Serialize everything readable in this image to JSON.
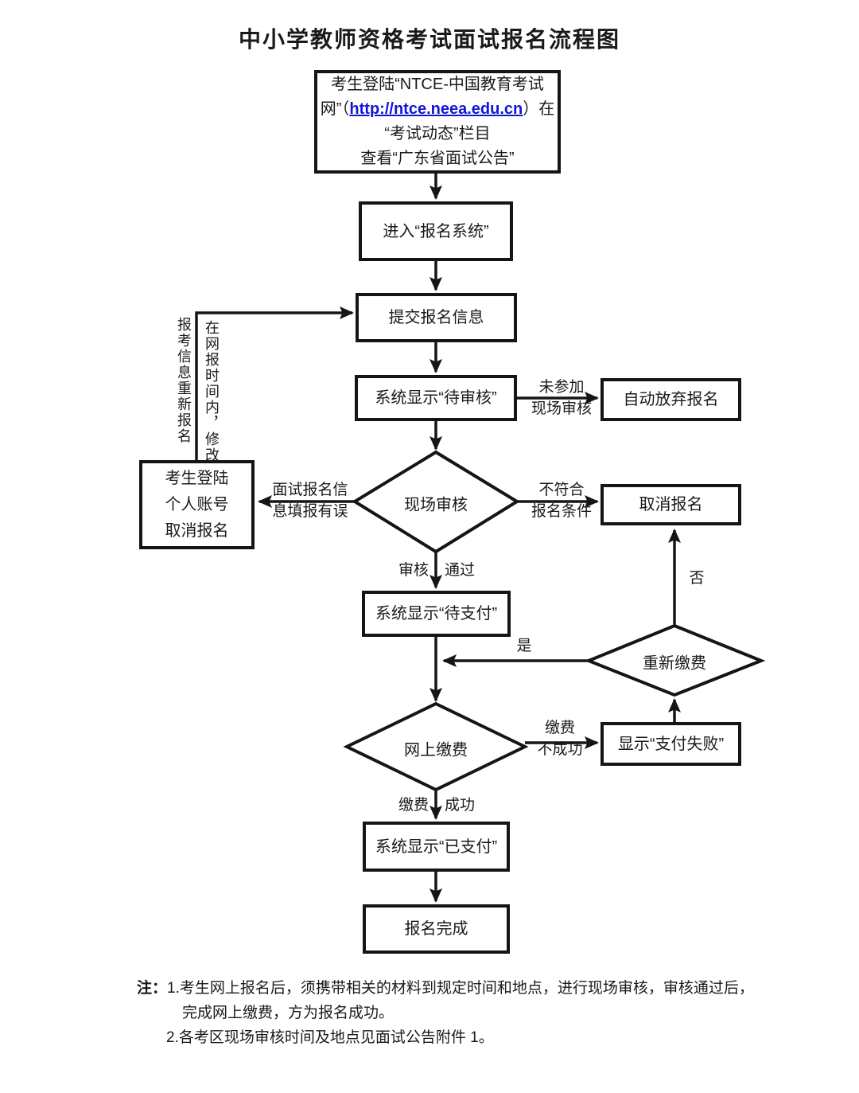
{
  "title": "中小学教师资格考试面试报名流程图",
  "colors": {
    "ink": "#1a1a1a",
    "link_blue": "#1016d6"
  },
  "nodes": {
    "start": {
      "line1": "考生登陆“NTCE-中国教育考试",
      "line2_prefix": "网”（",
      "link": "http://ntce.neea.edu.cn",
      "line2_suffix": "）在",
      "line3": "“考试动态”栏目",
      "line4": "查看“广东省面试公告”"
    },
    "enter_system": {
      "label": "进入“报名系统”"
    },
    "submit_info": {
      "label": "提交报名信息"
    },
    "pending_review": {
      "label": "系统显示“待审核”"
    },
    "auto_abandon": {
      "label": "自动放弃报名"
    },
    "onsite_review": {
      "label": "现场审核"
    },
    "cancel_registration": {
      "label": "取消报名"
    },
    "login_cancel": {
      "line1": "考生登陆",
      "line2": "个人账号",
      "line3": "取消报名"
    },
    "pending_payment": {
      "label": "系统显示“待支付”"
    },
    "repay": {
      "label": "重新缴费"
    },
    "online_payment": {
      "label": "网上缴费"
    },
    "payment_failed": {
      "label": "显示“支付失败”"
    },
    "paid": {
      "label": "系统显示“已支付”"
    },
    "complete": {
      "label": "报名完成"
    }
  },
  "edge_labels": {
    "not_attended": {
      "line1": "未参加",
      "line2": "现场审核"
    },
    "not_qualified": {
      "line1": "不符合",
      "line2": "报名条件"
    },
    "info_error": {
      "line1": "面试报名信",
      "line2": "息填报有误"
    },
    "review_pass": {
      "left": "审核",
      "right": "通过"
    },
    "pay_fail": {
      "line1": "缴费",
      "line2": "不成功"
    },
    "pay_success": {
      "left": "缴费",
      "right": "成功"
    },
    "yes": "是",
    "no": "否",
    "modify_col_right": "在网报时间内，修改",
    "modify_col_left": "报考信息重新报名"
  },
  "notes": {
    "label": "注：",
    "line1": "1.考生网上报名后，须携带相关的材料到规定时间和地点，进行现场审核，审核通过后，",
    "line2": "完成网上缴费，方为报名成功。",
    "line3": "2.各考区现场审核时间及地点见面试公告附件 1。"
  }
}
